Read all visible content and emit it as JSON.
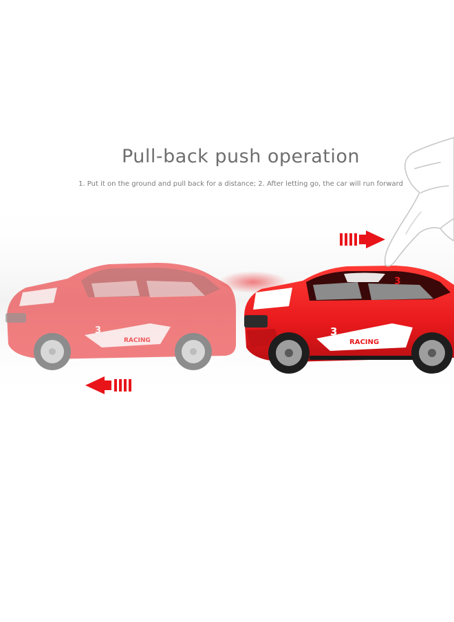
{
  "heading": {
    "title": "Pull-back push operation",
    "instructions": "1. Put it on the ground and pull back for a distance; 2. After letting go, the car will run forward"
  },
  "cars": {
    "number": "3",
    "decal_text": "RACING"
  },
  "colors": {
    "car_body": "#e8191c",
    "car_body_faded": "#f2a3a4",
    "arrow": "#e8141a",
    "text": "#6e6e6e",
    "background": "#ffffff"
  },
  "icons": {
    "forward_arrow": "arrow-right-icon",
    "backward_arrow": "arrow-left-icon",
    "hand": "hand-icon"
  }
}
